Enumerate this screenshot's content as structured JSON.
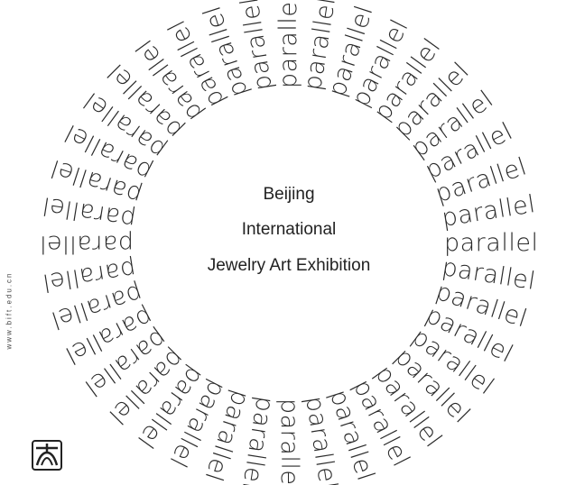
{
  "ring": {
    "word": "parallel",
    "count": 40
  },
  "title": {
    "line1": "Beijing",
    "line2": "International",
    "line3": "Jewelry Art Exhibition"
  },
  "side_url": "www.bift.edu.cn",
  "logo": {
    "icon": "bift-seal-logo"
  }
}
